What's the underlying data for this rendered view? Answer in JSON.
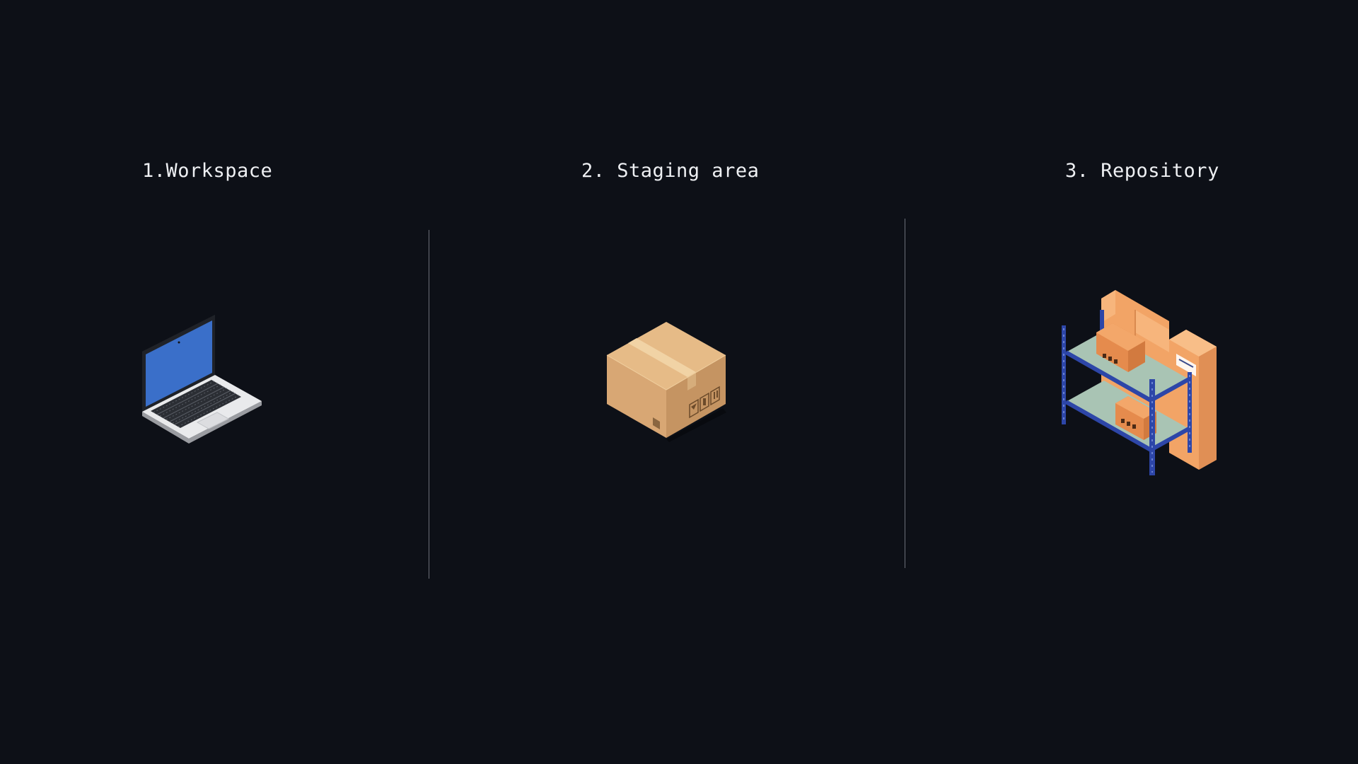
{
  "steps": [
    {
      "label": "1.Workspace",
      "icon": "laptop-icon"
    },
    {
      "label": "2. Staging area",
      "icon": "cardboard-box-icon"
    },
    {
      "label": "3. Repository",
      "icon": "warehouse-shelf-icon"
    }
  ],
  "colors": {
    "background": "#0d1017",
    "text": "#eef0f3",
    "divider": "#6b6f78",
    "laptop_screen": "#3a6fc9",
    "box": "#d6a470",
    "shelf_frame": "#2d46a8",
    "shelf_board": "#a9c4b4",
    "stored_box": "#f0a167"
  }
}
